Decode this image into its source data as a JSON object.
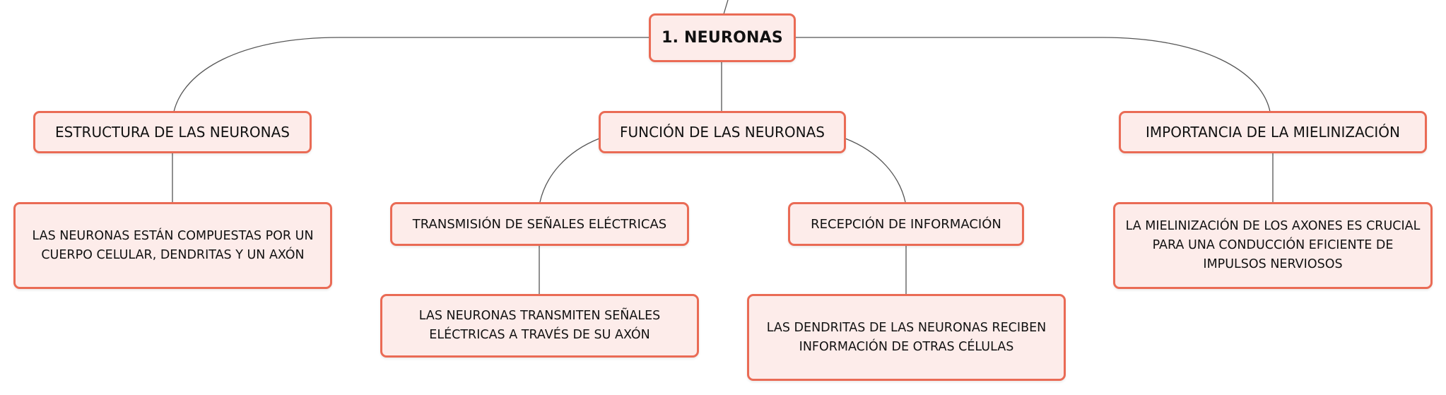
{
  "colors": {
    "node_fill": "#fdecea",
    "node_border": "#ea6b55",
    "connector": "#555555",
    "text": "#111111"
  },
  "root": {
    "label": "1. NEURONAS"
  },
  "topics": [
    {
      "label": "ESTRUCTURA DE LAS NEURONAS",
      "detail": "LAS NEURONAS ESTÁN COMPUESTAS POR UN CUERPO CELULAR, DENDRITAS Y UN AXÓN"
    },
    {
      "label": "FUNCIÓN DE LAS NEURONAS",
      "subtopics": [
        {
          "label": "TRANSMISIÓN DE SEÑALES ELÉCTRICAS",
          "detail": "LAS NEURONAS TRANSMITEN SEÑALES ELÉCTRICAS A TRAVÉS DE SU AXÓN"
        },
        {
          "label": "RECEPCIÓN DE INFORMACIÓN",
          "detail": "LAS DENDRITAS DE LAS NEURONAS RECIBEN INFORMACIÓN DE OTRAS CÉLULAS"
        }
      ]
    },
    {
      "label": "IMPORTANCIA DE LA MIELINIZACIÓN",
      "detail": "LA MIELINIZACIÓN DE LOS AXONES ES CRUCIAL PARA UNA CONDUCCIÓN EFICIENTE DE IMPULSOS NERVIOSOS"
    }
  ]
}
